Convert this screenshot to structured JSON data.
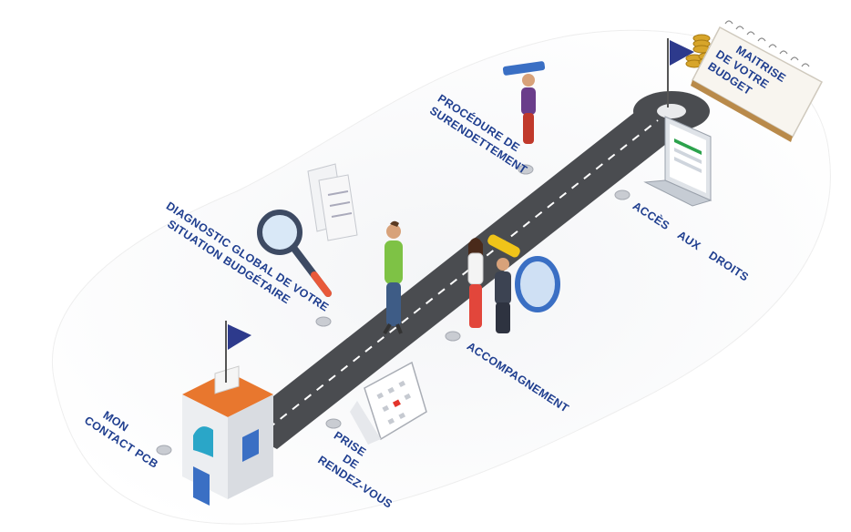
{
  "steps": {
    "mon_contact": {
      "line1": "MON",
      "line2": "CONTACT PCB"
    },
    "prise_rdv": {
      "line1": "PRISE",
      "line2": "DE",
      "line3": "RENDEZ-VOUS"
    },
    "diagnostic": {
      "line1": "DIAGNOSTIC GLOBAL DE VOTRE",
      "line2": "SITUATION BUDGÉTAIRE"
    },
    "accompagnement": {
      "line1": "ACCOMPAGNEMENT"
    },
    "procedure": {
      "line1": "PROCÉDURE DE",
      "line2": "SURENDETTEMENT"
    },
    "acces": {
      "line1": "ACCÈS AUX DROITS"
    },
    "maitrise": {
      "line1": "MAITRISE",
      "line2": "DE VOTRE",
      "line3": "BUDGET"
    }
  },
  "colors": {
    "label": "#1f3e8f",
    "road": "#4a4c50",
    "flag": "#2d3a8c",
    "building_roof": "#e8772e",
    "magnifier": "#3a6fc4"
  }
}
